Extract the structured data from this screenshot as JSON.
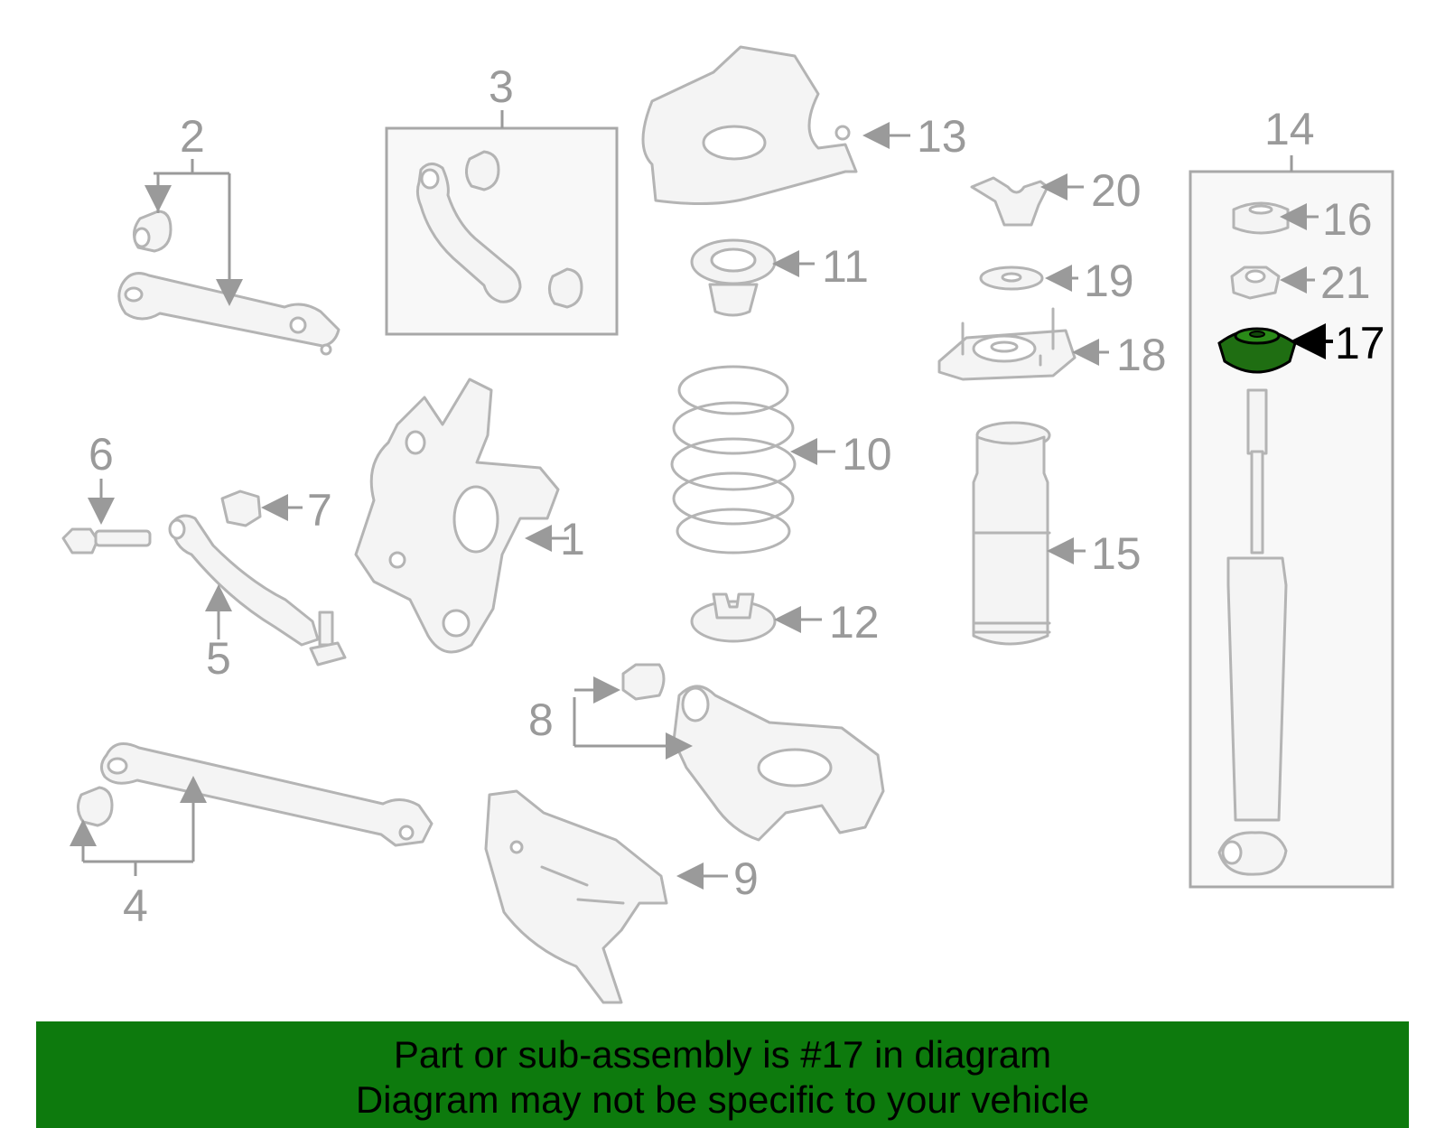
{
  "diagram": {
    "highlighted_part": "17",
    "callouts": [
      "1",
      "2",
      "3",
      "4",
      "5",
      "6",
      "7",
      "8",
      "9",
      "10",
      "11",
      "12",
      "13",
      "14",
      "15",
      "16",
      "17",
      "18",
      "19",
      "20",
      "21"
    ]
  },
  "banner": {
    "line1": "Part or sub-assembly is #17 in diagram",
    "line2": "Diagram may not be specific to your vehicle",
    "background": "#0d7a0d"
  },
  "highlight_color": "#1f6e12"
}
